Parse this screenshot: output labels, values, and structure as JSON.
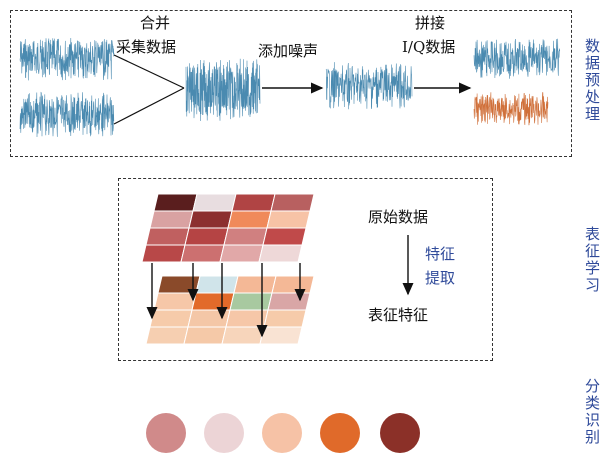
{
  "sections": {
    "preprocess": {
      "side_label": "数据预处理",
      "merge_label_line1": "合并",
      "merge_label_line2": "采集数据",
      "noise_label": "添加噪声",
      "concat_label_line1": "拼接",
      "concat_label_line2": "I/Q数据"
    },
    "representation": {
      "side_label": "表征学习",
      "raw_label": "原始数据",
      "extract_label_line1": "特征",
      "extract_label_line2": "提取",
      "feature_label": "表征特征"
    },
    "classification": {
      "side_label": "分类识别"
    }
  },
  "colors": {
    "wave_blue": "#4a8ab0",
    "wave_orange": "#d0703a",
    "side_text": "#2f4a9a",
    "raw_grid": [
      "#5a1e1e",
      "#e8dde0",
      "#b04444",
      "#b86060",
      "#d9a2a2",
      "#8c2f2f",
      "#f08a5a",
      "#f7c3a6",
      "#c06060",
      "#b54444",
      "#d08080",
      "#c04a4a",
      "#b84848",
      "#cc7070",
      "#e1a8a8",
      "#eed8d8"
    ],
    "feature_grid": [
      "#8a4a2a",
      "#d0e4ea",
      "#f4b896",
      "#f4b896",
      "#f6c7a8",
      "#e26a2a",
      "#a8c9a0",
      "#d9a6a6",
      "#f6cbaa",
      "#f4c7a7",
      "#f6c7a8",
      "#f6cbaa",
      "#f6cfb1",
      "#f5c9a8",
      "#f7d5bb",
      "#f9e3d3"
    ],
    "class_circles": [
      "#d08a8a",
      "#ecd4d6",
      "#f6c2a6",
      "#e06a2a",
      "#8b3028"
    ]
  }
}
